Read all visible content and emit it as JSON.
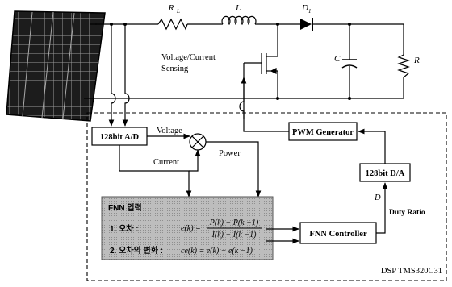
{
  "circuit": {
    "label_RL": "R",
    "label_RL_sub": "L",
    "label_L": "L",
    "label_D": "D",
    "label_D_sub": "1",
    "label_C": "C",
    "label_R": "R",
    "sensing_line1": "Voltage/Current",
    "sensing_line2": "Sensing"
  },
  "controller": {
    "ad_label": "128bit A/D",
    "da_label": "128bit D/A",
    "pwm_label": "PWM Generator",
    "fnn_label": "FNN Controller",
    "voltage_label": "Voltage",
    "current_label": "Current",
    "power_label": "Power",
    "d_label": "D",
    "duty_label": "Duty Ratio",
    "dsp_label": "DSP TMS320C31"
  },
  "fnn_input": {
    "title": "FNN 입력",
    "item1_label": "1. 오차 :",
    "item2_label": "2. 오차의 변화 :",
    "eq1_lhs": "e(k) =",
    "eq1_num": "P(k) − P(k −1)",
    "eq1_den": "I(k) − I(k −1)",
    "eq2": "ce(k) = e(k) − e(k −1)"
  }
}
